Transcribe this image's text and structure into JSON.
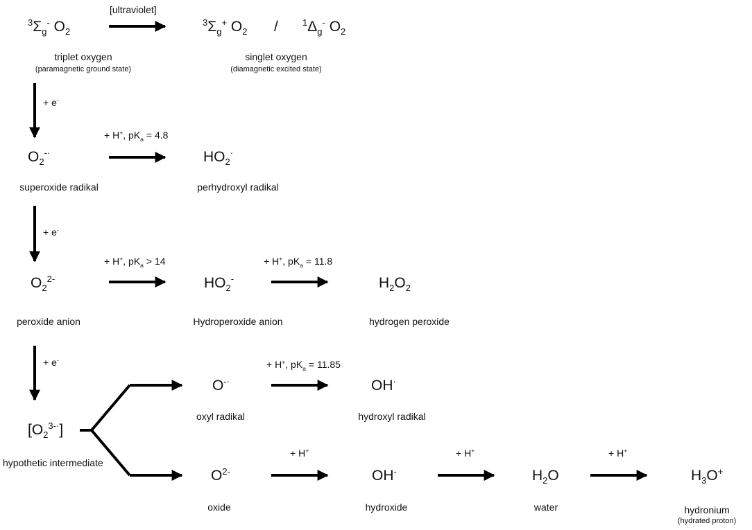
{
  "species": {
    "triplet": {
      "pre": "3",
      "sym": "Σ",
      "sub": "g",
      "sup": "-",
      "rest": " O",
      "rsub": "2"
    },
    "singlet_a": {
      "pre": "3",
      "sym": "Σ",
      "sub": "g",
      "sup": "+",
      "rest": " O",
      "rsub": "2"
    },
    "slash": "/",
    "singlet_b": {
      "pre": "1",
      "sym": "Δ",
      "sub": "g",
      "sup": "-",
      "rest": " O",
      "rsub": "2"
    },
    "superoxide": {
      "a": "O",
      "b": "2",
      "c": "-·"
    },
    "perhydroxyl": {
      "a": "HO",
      "b": "2",
      "c": "·"
    },
    "peroxide": {
      "a": "O",
      "b": "2",
      "c": "2-"
    },
    "hydroperoxide": {
      "a": "HO",
      "b": "2",
      "c": "-"
    },
    "h2o2": {
      "a": "H",
      "b": "2",
      "c": "O",
      "d": "2"
    },
    "intermediate": {
      "a": "[O",
      "b": "2",
      "c": "3-·",
      "d": "]"
    },
    "oxyl": {
      "a": "O",
      "b": "-·"
    },
    "hydroxyl": {
      "a": "OH",
      "b": "·"
    },
    "oxide": {
      "a": "O",
      "b": "2-"
    },
    "hydroxide": {
      "a": "OH",
      "b": "-"
    },
    "water": {
      "a": "H",
      "b": "2",
      "c": "O"
    },
    "hydronium": {
      "a": "H",
      "b": "3",
      "c": "O",
      "d": "+"
    }
  },
  "labels": {
    "triplet": "triplet oxygen",
    "triplet_sub": "(paramagnetic ground state)",
    "singlet": "singlet oxygen",
    "singlet_sub": "(diamagnetic excited state)",
    "superoxide": "superoxide radikal",
    "perhydroxyl": "perhydroxyl radikal",
    "peroxide": "peroxide anion",
    "hydroperoxide": "Hydroperoxide anion",
    "h2o2": "hydrogen peroxide",
    "intermediate": "hypothetic  intermediate",
    "oxyl": "oxyl radikal",
    "hydroxyl": "hydroxyl radikal",
    "oxide": "oxide",
    "hydroxide": "hydroxide",
    "water": "water",
    "hydronium": "hydronium",
    "hydronium_sub": "(hydrated proton)"
  },
  "conditions": {
    "uv": "[ultraviolet]",
    "electron": {
      "a": "+ e",
      "b": "-"
    },
    "pka1": {
      "a": "+ H",
      "b": "+",
      "c": ", pK",
      "d": "a",
      "e": " = 4.8"
    },
    "pka2": {
      "a": "+ H",
      "b": "+",
      "c": ", pK",
      "d": "a",
      "e": " > 14"
    },
    "pka3": {
      "a": "+ H",
      "b": "+",
      "c": ", pK",
      "d": "a",
      "e": " = 11.8"
    },
    "pka4": {
      "a": "+ H",
      "b": "+",
      "c": ", pK",
      "d": "a",
      "e": " = 11.85"
    },
    "proton": {
      "a": "+ H",
      "b": "+"
    }
  }
}
